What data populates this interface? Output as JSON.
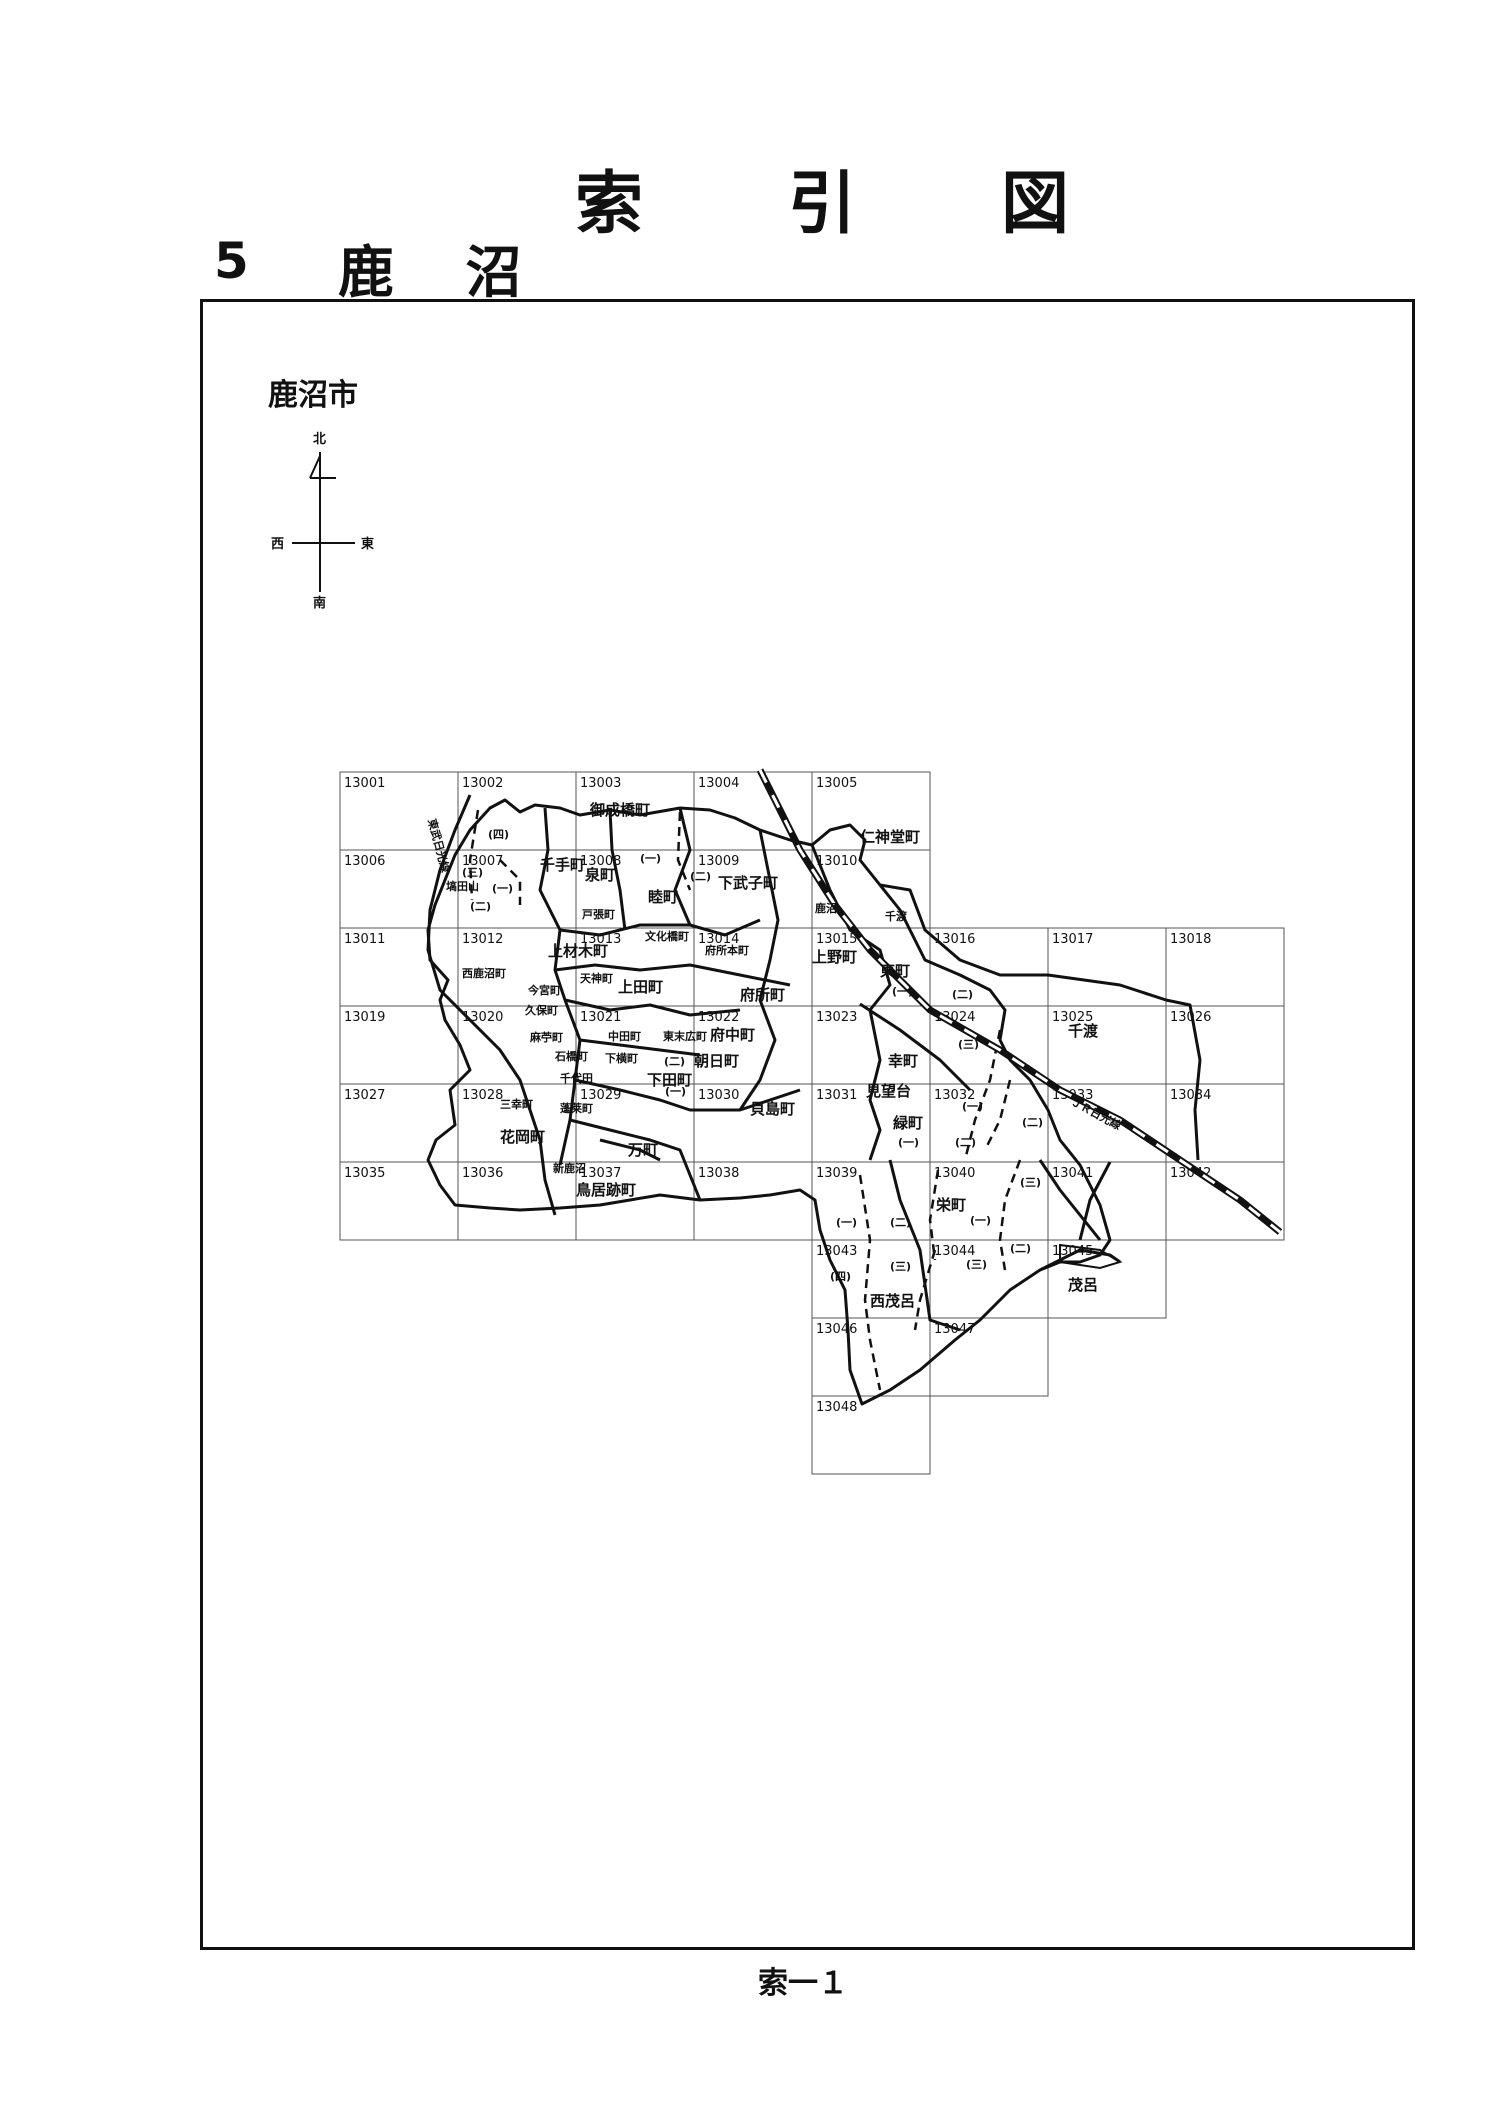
{
  "header": {
    "title_chars": [
      "索",
      "引",
      "図"
    ],
    "section_number": "5",
    "section_name": "鹿 沼"
  },
  "map": {
    "city_name": "鹿沼市",
    "compass": {
      "north": "北",
      "south": "南",
      "east": "東",
      "west": "西"
    },
    "grid_cells": [
      "13001",
      "13002",
      "13003",
      "13004",
      "13005",
      "13006",
      "13007",
      "13008",
      "13009",
      "13010",
      "13011",
      "13012",
      "13013",
      "13014",
      "13015",
      "13016",
      "13017",
      "13018",
      "13019",
      "13020",
      "13021",
      "13022",
      "13023",
      "13024",
      "13025",
      "13026",
      "13027",
      "13028",
      "13029",
      "13030",
      "13031",
      "13032",
      "13033",
      "13034",
      "13035",
      "13036",
      "13037",
      "13038",
      "13039",
      "13040",
      "13041",
      "13042",
      "13043",
      "13044",
      "13045",
      "13046",
      "13047",
      "13048"
    ],
    "places": {
      "onaribashi": "御成橋町",
      "nishinjindo": "仁神堂町",
      "senju": "千手町",
      "izumi": "泉町",
      "mutsumi": "睦町",
      "shimotakeshi": "下武子町",
      "tobari": "戸張町",
      "bunkabashi": "文化橋町",
      "kamizaimoku": "上材木町",
      "fuchumoto": "府所本町",
      "fuchu_cho": "府所町",
      "kamino": "上野町",
      "higashi": "東町",
      "chiwata_small": "千渡",
      "chiwata": "千渡",
      "nishikanuma": "西鹿沼町",
      "imamiya": "今宮町",
      "tenjin": "天神町",
      "kamita": "上田町",
      "higashisuehiro": "東末広町",
      "kubo": "久保町",
      "nakata": "中田町",
      "fuchu": "府中町",
      "asahi": "朝日町",
      "saiwai": "幸町",
      "shimoyoko": "下横町",
      "shimota": "下田町",
      "kaijima": "貝島町",
      "mihoridai": "見望台",
      "midori": "緑町",
      "sanko": "三幸町",
      "horai": "蓬莱町",
      "hanaoka": "花岡町",
      "man": "万町",
      "shinkanuma": "新鹿沼",
      "toriiato": "鳥居跡町",
      "sakae": "栄町",
      "nishimoro": "西茂呂",
      "moro": "茂呂",
      "tobu_line": "東武日光線",
      "jr_line": "ＪＲ日光線",
      "kanuma_station": "鹿沼",
      "asaba": "麻苧町",
      "ishibashi": "石橋町",
      "chiyoda": "千代田",
      "tsukada": "塙田山"
    },
    "wards": {
      "ichi": "(一)",
      "ni": "(二)",
      "san": "(三)",
      "yon": "(四)"
    }
  },
  "footer": {
    "page_number": "索一１"
  }
}
